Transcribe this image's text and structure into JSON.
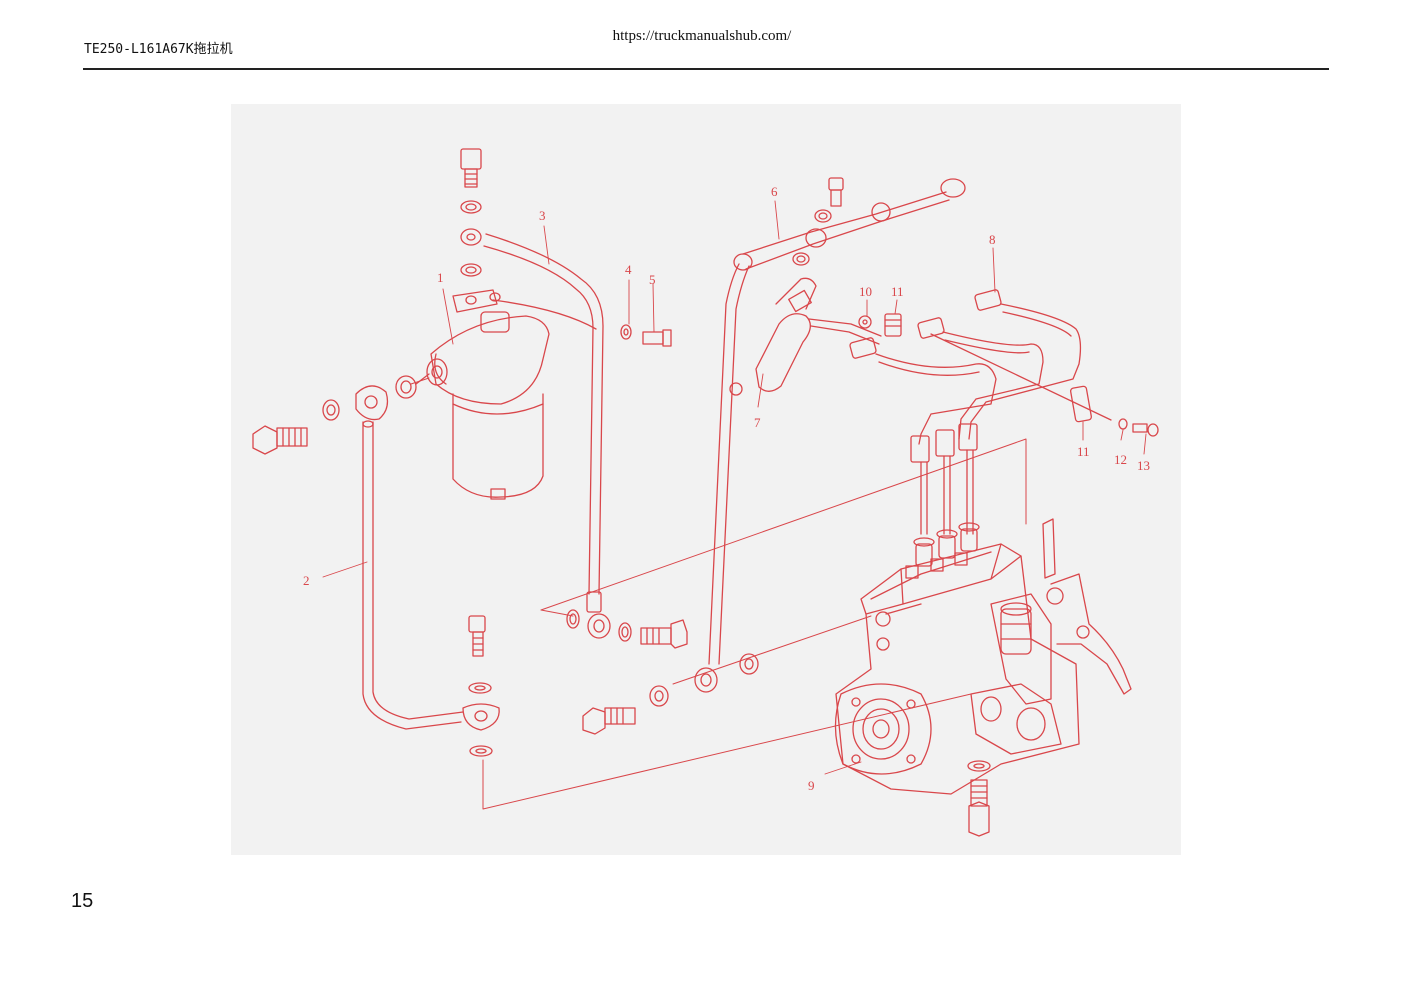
{
  "header": {
    "doc_title": "TE250-L161A67K拖拉机",
    "source_url": "https://truckmanualshub.com/"
  },
  "figure": {
    "callouts": [
      "1",
      "2",
      "3",
      "4",
      "5",
      "6",
      "7",
      "8",
      "9",
      "10",
      "11",
      "11",
      "12",
      "13"
    ],
    "line_color": "#d9474b",
    "background": "#f2f2f2"
  },
  "footer": {
    "page_number": "15"
  }
}
